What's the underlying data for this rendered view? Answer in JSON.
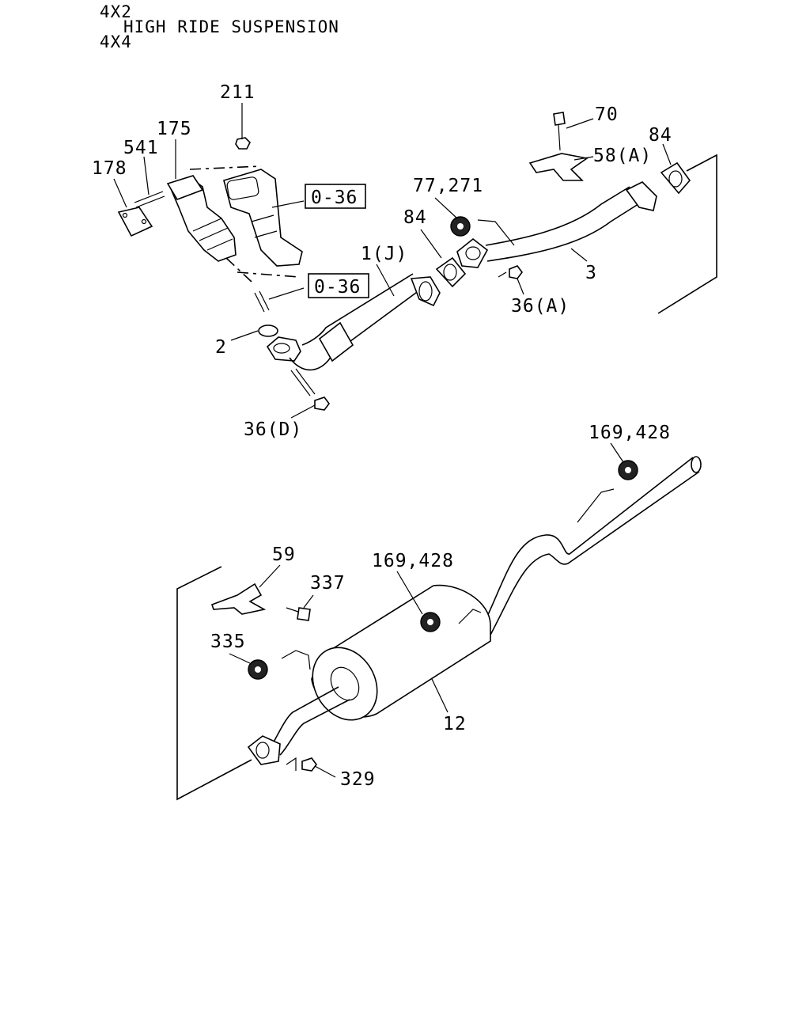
{
  "header": {
    "line1": "4X2",
    "line2": "HIGH RIDE SUSPENSION",
    "line3": "4X4"
  },
  "references": [
    {
      "text": "0-36"
    },
    {
      "text": "0-36"
    }
  ],
  "callouts": {
    "p211": "211",
    "p175": "175",
    "p541": "541",
    "p178": "178",
    "p70": "70",
    "p58a": "58(A)",
    "p84_top": "84",
    "p77_271": "77,271",
    "p84_mid": "84",
    "p1j": "1(J)",
    "p3": "3",
    "p36a": "36(A)",
    "p2": "2",
    "p36d": "36(D)",
    "p169_428_top": "169,428",
    "p59": "59",
    "p169_428_mid": "169,428",
    "p337": "337",
    "p335": "335",
    "p12": "12",
    "p329": "329"
  }
}
